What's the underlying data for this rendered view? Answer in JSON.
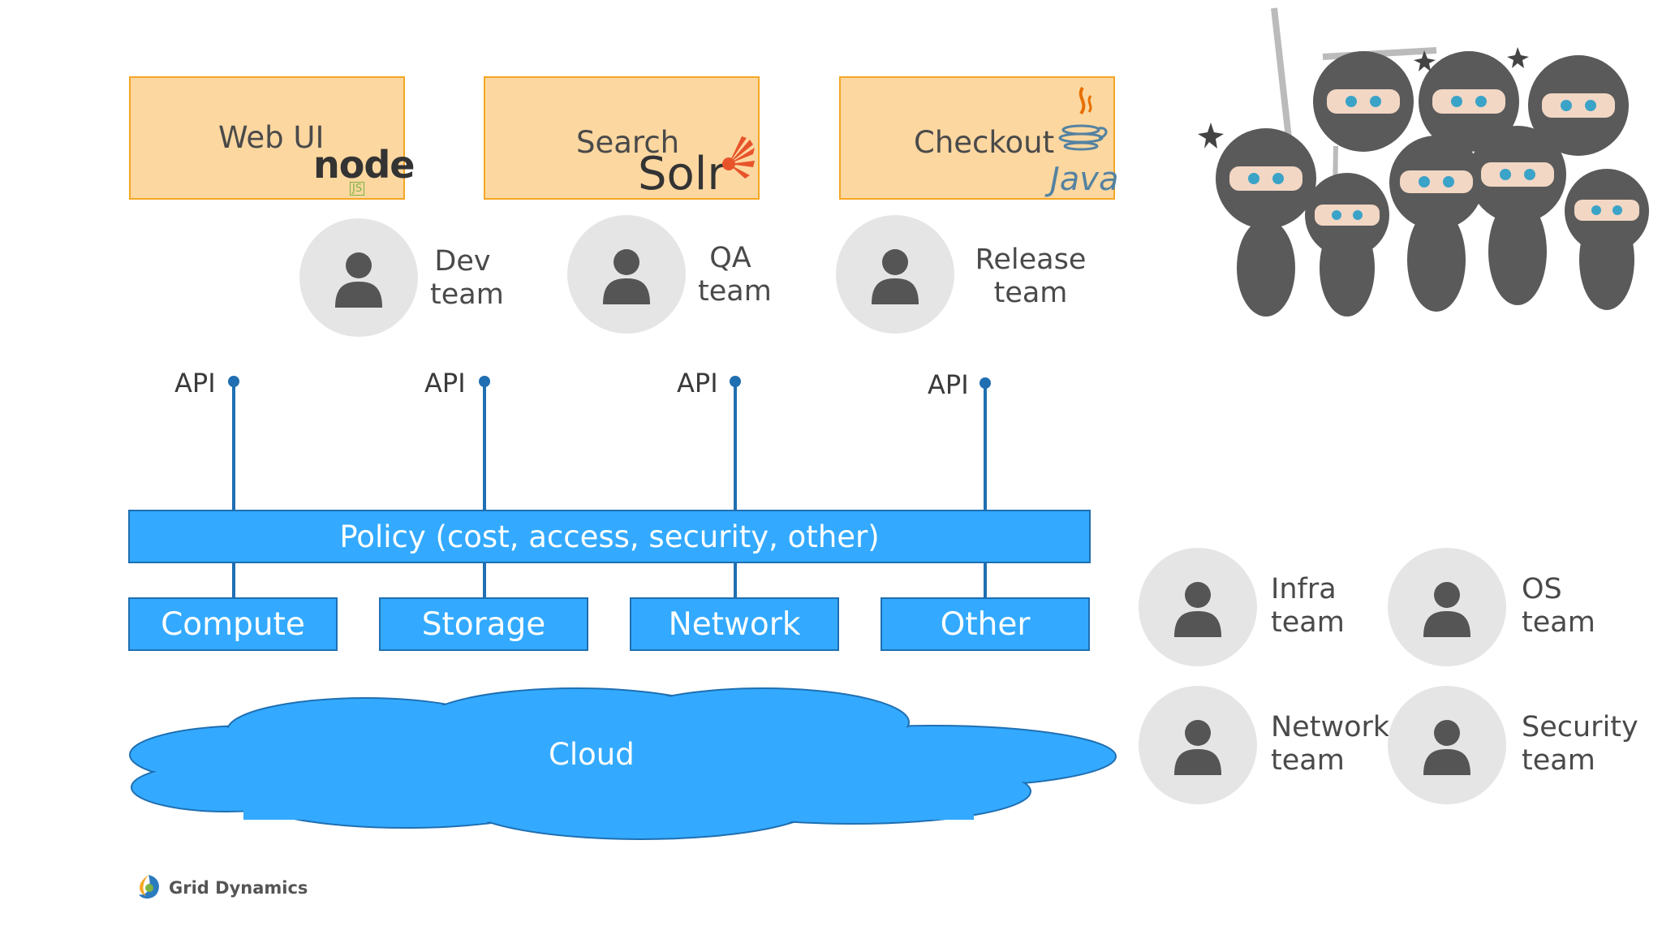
{
  "apps": [
    {
      "label": "Web UI",
      "logo": "node",
      "logo_sub": "JS"
    },
    {
      "label": "Search",
      "logo": "Solr"
    },
    {
      "label": "Checkout",
      "logo": "Java"
    }
  ],
  "dev_teams": [
    {
      "line1": "Dev",
      "line2": "team"
    },
    {
      "line1": "QA",
      "line2": "team"
    },
    {
      "line1": "Release",
      "line2": "team"
    }
  ],
  "api_label": "API",
  "policy": "Policy (cost, access, security, other)",
  "resources": [
    "Compute",
    "Storage",
    "Network",
    "Other"
  ],
  "cloud": "Cloud",
  "infra_teams": [
    {
      "line1": "Infra",
      "line2": "team"
    },
    {
      "line1": "OS",
      "line2": "team"
    },
    {
      "line1": "Network",
      "line2": "team"
    },
    {
      "line1": "Security",
      "line2": "team"
    }
  ],
  "brand": "Grid Dynamics",
  "colors": {
    "app_fill": "#fcd7a0",
    "app_border": "#f5a623",
    "platform_blue": "#33aaff",
    "line_blue": "#1f6fb2",
    "avatar_bg": "#e5e5e5",
    "avatar_icon": "#555555"
  },
  "icons": [
    "person-icon",
    "node-logo",
    "solr-logo",
    "java-logo",
    "ninja-illustration",
    "grid-dynamics-logo"
  ]
}
